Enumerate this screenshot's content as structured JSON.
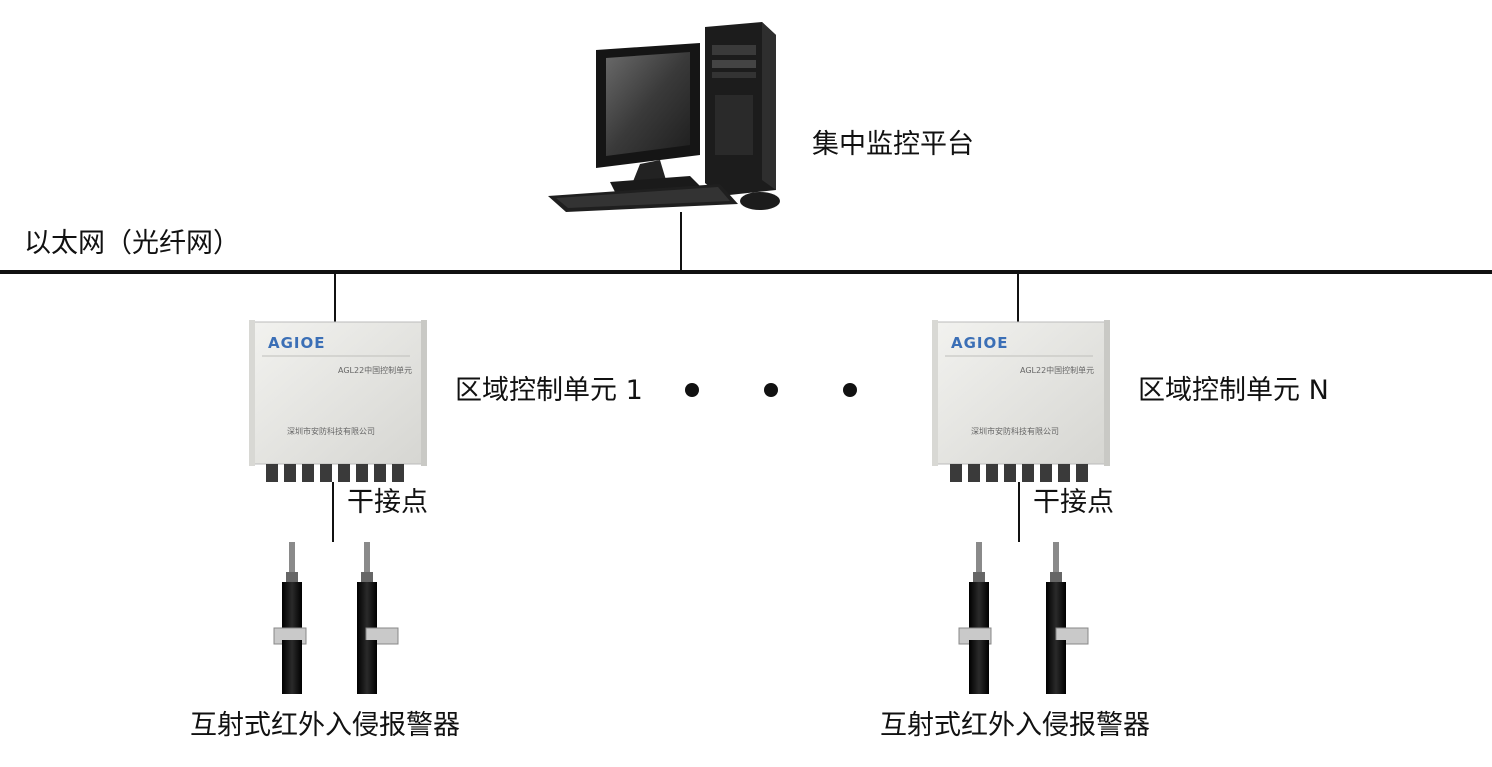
{
  "network": {
    "label": "以太网（光纤网）"
  },
  "platform": {
    "label": "集中监控平台"
  },
  "units": [
    {
      "label": "区域控制单元 1",
      "brand": "AGIOE",
      "model_text": "AGL22中国控制单元",
      "company_text": "深圳市安防科技有限公司",
      "contact_label": "干接点",
      "sensor_label": "互射式红外入侵报警器"
    },
    {
      "label": "区域控制单元 N",
      "brand": "AGIOE",
      "model_text": "AGL22中国控制单元",
      "company_text": "深圳市安防科技有限公司",
      "contact_label": "干接点",
      "sensor_label": "互射式红外入侵报警器"
    }
  ],
  "colors": {
    "line": "#111111",
    "brand": "#3b6fb6",
    "box": "#e9e9e6"
  }
}
